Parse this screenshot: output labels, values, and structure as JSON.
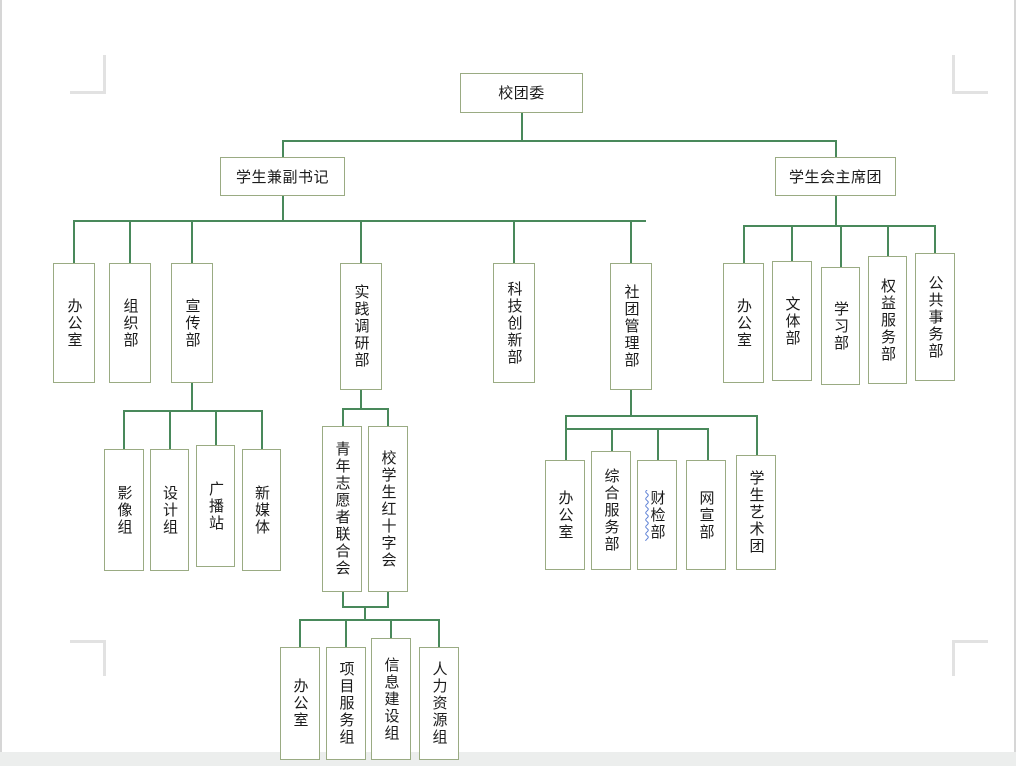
{
  "document": {
    "type": "organization-chart",
    "title_node": "校团委",
    "orientation": "top-down",
    "box_border_color": "#9aab83",
    "connector_color": "#49895b",
    "background_color": "#ffffff",
    "page_chrome": {
      "left_edge_color": "#d6d6d6",
      "right_edge_color": "#d6d6d6",
      "bottom_strip_color": "#eceeed",
      "corner_mark_color": "#e2e2e2"
    }
  },
  "nodes": {
    "root": {
      "label": "校团委",
      "orientation": "horizontal"
    },
    "level2": [
      {
        "id": "deputy-secretary",
        "label": "学生兼副书记",
        "orientation": "horizontal"
      },
      {
        "id": "student-union-presidium",
        "label": "学生会主席团",
        "orientation": "horizontal"
      }
    ],
    "deputy_secretary_children": [
      {
        "id": "office-a",
        "label": "办公室",
        "orientation": "vertical"
      },
      {
        "id": "organization-dept",
        "label": "组织部",
        "orientation": "vertical"
      },
      {
        "id": "propaganda-dept",
        "label": "宣传部",
        "orientation": "vertical"
      },
      {
        "id": "practice-research-dept",
        "label": "实践调研部",
        "orientation": "vertical"
      },
      {
        "id": "sci-tech-innovation-dept",
        "label": "科技创新部",
        "orientation": "vertical"
      },
      {
        "id": "club-management-dept",
        "label": "社团管理部",
        "orientation": "vertical"
      }
    ],
    "presidium_children": [
      {
        "id": "office-b",
        "label": "办公室",
        "orientation": "vertical"
      },
      {
        "id": "culture-sports-dept",
        "label": "文体部",
        "orientation": "vertical"
      },
      {
        "id": "study-dept",
        "label": "学习部",
        "orientation": "vertical"
      },
      {
        "id": "rights-service-dept",
        "label": "权益服务部",
        "orientation": "vertical"
      },
      {
        "id": "public-affairs-dept",
        "label": "公共事务部",
        "orientation": "vertical"
      }
    ],
    "propaganda_children": [
      {
        "id": "imaging-group",
        "label": "影像组",
        "orientation": "vertical"
      },
      {
        "id": "design-group",
        "label": "设计组",
        "orientation": "vertical"
      },
      {
        "id": "broadcast-station",
        "label": "广播站",
        "orientation": "vertical"
      },
      {
        "id": "new-media",
        "label": "新媒体",
        "orientation": "vertical"
      }
    ],
    "practice_research_children": [
      {
        "id": "youth-volunteer-federation",
        "label": "青年志愿者联合会",
        "orientation": "vertical"
      },
      {
        "id": "school-student-red-cross",
        "label": "校学生红十字会",
        "orientation": "vertical"
      }
    ],
    "club_management_children": [
      {
        "id": "office-c",
        "label": "办公室",
        "orientation": "vertical"
      },
      {
        "id": "comprehensive-service-dept",
        "label": "综合服务部",
        "orientation": "vertical"
      },
      {
        "id": "finance-audit-dept",
        "label": "财检部",
        "orientation": "vertical",
        "spellcheck_underline": true
      },
      {
        "id": "online-publicity-dept",
        "label": "网宣部",
        "orientation": "vertical"
      },
      {
        "id": "student-art-troupe",
        "label": "学生艺术团",
        "orientation": "vertical"
      }
    ],
    "volunteer_children": [
      {
        "id": "office-d",
        "label": "办公室",
        "orientation": "vertical"
      },
      {
        "id": "project-service-group",
        "label": "项目服务组",
        "orientation": "vertical"
      },
      {
        "id": "info-construction-group",
        "label": "信息建设组",
        "orientation": "vertical"
      },
      {
        "id": "human-resources-group",
        "label": "人力资源组",
        "orientation": "vertical"
      }
    ]
  }
}
